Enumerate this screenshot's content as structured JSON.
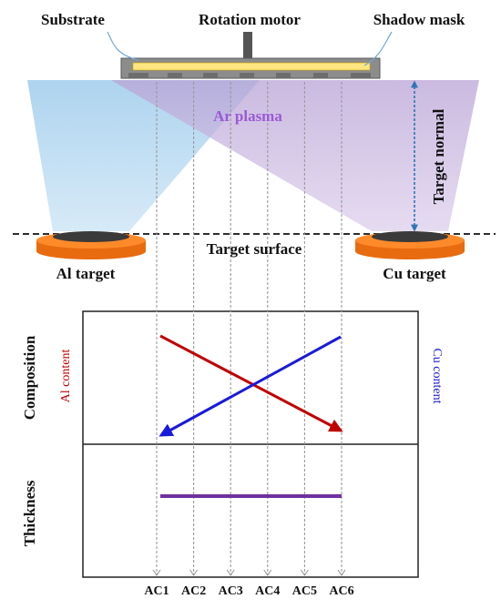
{
  "labels": {
    "substrate": "Substrate",
    "rotation_motor": "Rotation motor",
    "shadow_mask": "Shadow mask",
    "ar_plasma": "Ar plasma",
    "target_normal": "Target normal",
    "target_surface": "Target surface",
    "al_target": "Al target",
    "cu_target": "Cu target"
  },
  "chart": {
    "composition_label": "Composition",
    "thickness_label": "Thickness",
    "al_content_label": "Al content",
    "cu_content_label": "Cu content"
  },
  "samples": [
    "AC1",
    "AC2",
    "AC3",
    "AC4",
    "AC5",
    "AC6"
  ],
  "colors": {
    "al_cone": "#a9d1ee",
    "cu_cone": "#c9b5dd",
    "ar_plasma_text": "#9b59d6",
    "target_disc": "#ff7f1f",
    "substrate_holder": "#8c8c8c",
    "substrate_film": "#ffe680",
    "al_content_line": "#c00000",
    "cu_content_line": "#1a1adb",
    "thickness_line": "#7030a0",
    "guide_lines": "#999999",
    "normal_arrow": "#2e75b6"
  },
  "trends": {
    "al_content": "decreasing from AC1 to AC6",
    "cu_content": "increasing from AC1 to AC6",
    "thickness": "constant from AC1 to AC6"
  }
}
